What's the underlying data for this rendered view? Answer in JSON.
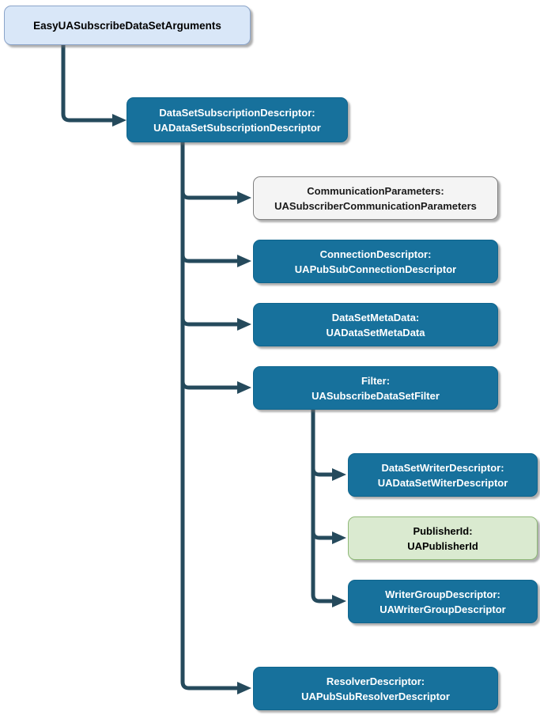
{
  "diagram": {
    "colors": {
      "teal_fill": "#17719C",
      "blue_fill": "#D9E7F8",
      "gray_fill": "#F4F4F4",
      "green_fill": "#DAEAD0",
      "connector": "#254A5C"
    },
    "nodes": {
      "root": {
        "line1": "EasyUASubscribeDataSetArguments"
      },
      "subscription": {
        "line1": "DataSetSubscriptionDescriptor:",
        "line2": "UADataSetSubscriptionDescriptor"
      },
      "comm": {
        "line1": "CommunicationParameters:",
        "line2": "UASubscriberCommunicationParameters"
      },
      "connection": {
        "line1": "ConnectionDescriptor:",
        "line2": "UAPubSubConnectionDescriptor"
      },
      "metadata": {
        "line1": "DataSetMetaData:",
        "line2": "UADataSetMetaData"
      },
      "filter": {
        "line1": "Filter:",
        "line2": "UASubscribeDataSetFilter"
      },
      "writer": {
        "line1": "DataSetWriterDescriptor:",
        "line2": "UADataSetWiterDescriptor"
      },
      "publisher": {
        "line1": "PublisherId:",
        "line2": "UAPublisherId"
      },
      "writergroup": {
        "line1": "WriterGroupDescriptor:",
        "line2": "UAWriterGroupDescriptor"
      },
      "resolver": {
        "line1": "ResolverDescriptor:",
        "line2": "UAPubSubResolverDescriptor"
      }
    }
  }
}
